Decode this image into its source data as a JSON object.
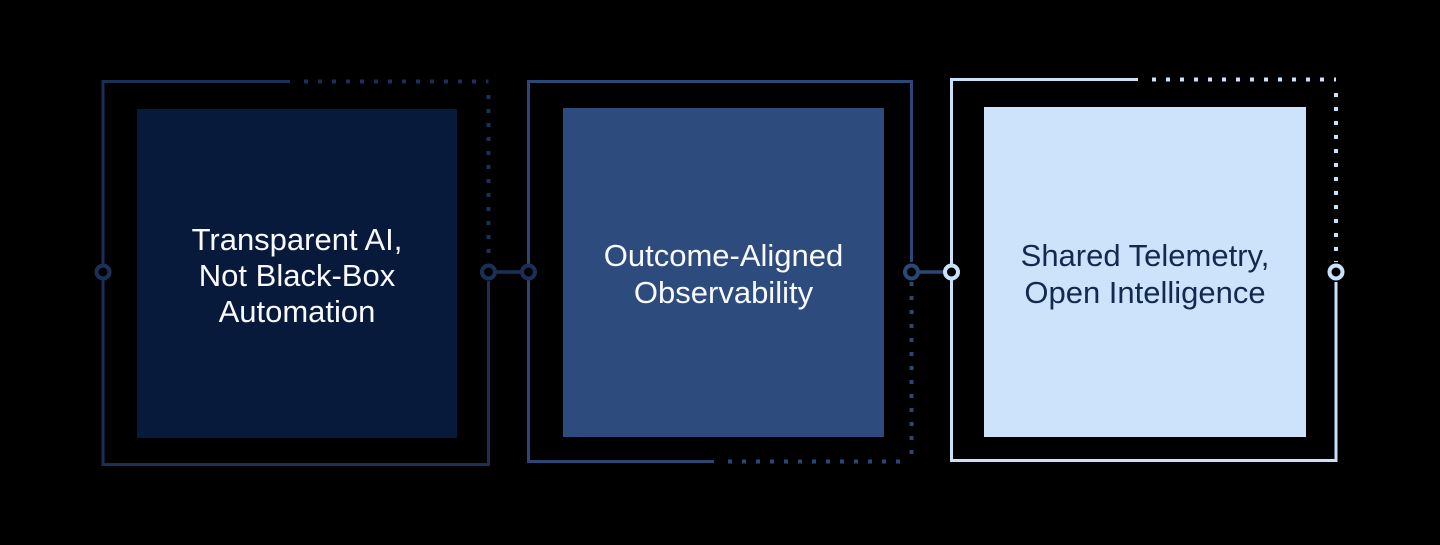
{
  "canvas": {
    "background": "#000000"
  },
  "diagram": {
    "pillars": [
      {
        "id": "transparent-ai",
        "label_lines": [
          "Transparent AI,",
          "Not Black-Box",
          "Automation"
        ],
        "box_fill": "#081A3C",
        "frame_color": "#1B3058",
        "text_color": "#F8FAFD"
      },
      {
        "id": "outcome-aligned-observability",
        "label_lines": [
          "Outcome-Aligned",
          "Observability"
        ],
        "box_fill": "#2E4B7D",
        "frame_color": "#2A4875",
        "text_color": "#F8FAFD"
      },
      {
        "id": "shared-telemetry-open-intelligence",
        "label_lines": [
          "Shared Telemetry,",
          "Open Intelligence"
        ],
        "box_fill": "#CCE3FB",
        "frame_color": "#C9E1FA",
        "text_color": "#13294F"
      }
    ],
    "connectors": {
      "link_1_2_color": "#1B3058",
      "link_2_3_color": "#2A4875"
    }
  }
}
